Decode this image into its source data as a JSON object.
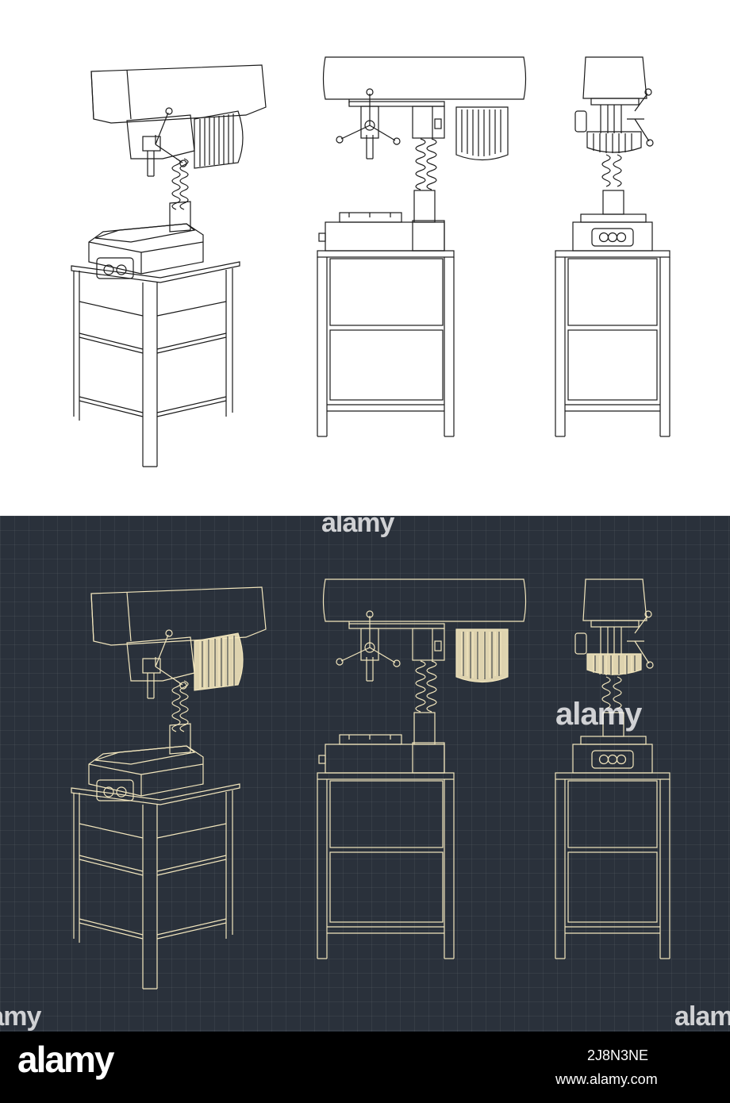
{
  "colors": {
    "light_bg": "#ffffff",
    "dark_bg": "#2a313b",
    "light_ink": "#1a1a1a",
    "dark_ink": "#f2e6bd",
    "motor_fill_dark": "#f2e6bd",
    "footer_bg": "#000000"
  },
  "watermarks": {
    "word": "alamy",
    "center_word": "alamy"
  },
  "footer": {
    "logo": "alamy",
    "image_id": "2J8N3NE",
    "url": "www.alamy.com"
  }
}
